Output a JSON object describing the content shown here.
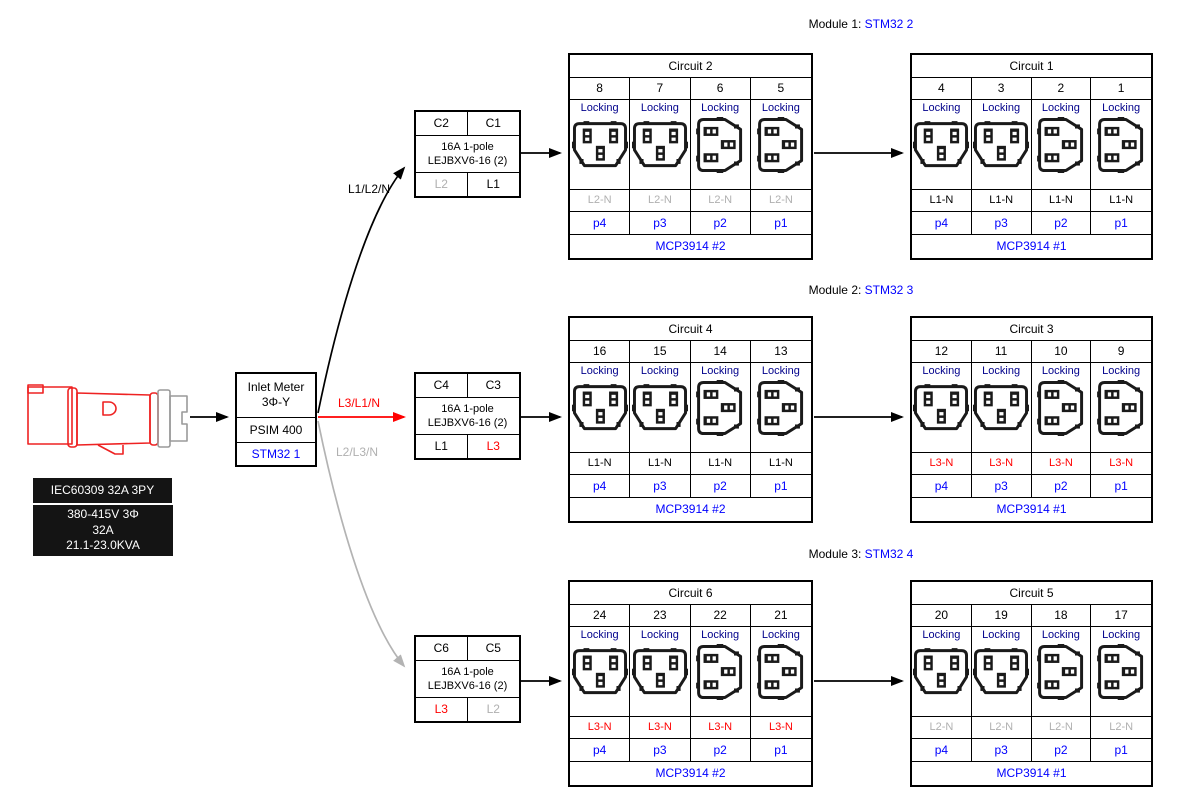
{
  "palette": {
    "red": "#ff0000",
    "blue": "#0000ff",
    "locking_blue": "#00008b",
    "gray": "#b0b0b0",
    "black": "#000000",
    "label_bg": "#141414",
    "connector_red": "#ee2222"
  },
  "connector": {
    "type_label": "IEC60309 32A 3PY",
    "rating_lines": [
      "380-415V 3Φ",
      "32A",
      "21.1-23.0KVA"
    ]
  },
  "inlet_meter": {
    "title": "Inlet Meter",
    "subtitle": "3Φ-Y",
    "model": "PSIM 400",
    "controller": "STM32 1"
  },
  "wire_labels": {
    "to_breaker1": "L1/L2/N",
    "to_breaker2": "L3/L1/N",
    "to_breaker3": "L2/L3/N"
  },
  "breakers": [
    {
      "out_left": "C2",
      "out_right": "C1",
      "rating": "16A 1-pole",
      "part": "LEJBXV6-16 (2)",
      "phase_left": "L2",
      "phase_right": "L1"
    },
    {
      "out_left": "C4",
      "out_right": "C3",
      "rating": "16A 1-pole",
      "part": "LEJBXV6-16 (2)",
      "phase_left": "L1",
      "phase_right": "L3"
    },
    {
      "out_left": "C6",
      "out_right": "C5",
      "rating": "16A 1-pole",
      "part": "LEJBXV6-16 (2)",
      "phase_left": "L3",
      "phase_right": "L2"
    }
  ],
  "modules": [
    {
      "label": "Module 1:",
      "controller": "STM32 2",
      "circuits": [
        {
          "title": "Circuit 2",
          "adc": "MCP3914 #2",
          "outlets": [
            {
              "number": "8",
              "type": "Locking",
              "phase": "L2-N",
              "port": "p4"
            },
            {
              "number": "7",
              "type": "Locking",
              "phase": "L2-N",
              "port": "p3"
            },
            {
              "number": "6",
              "type": "Locking",
              "phase": "L2-N",
              "port": "p2"
            },
            {
              "number": "5",
              "type": "Locking",
              "phase": "L2-N",
              "port": "p1"
            }
          ]
        },
        {
          "title": "Circuit 1",
          "adc": "MCP3914 #1",
          "outlets": [
            {
              "number": "4",
              "type": "Locking",
              "phase": "L1-N",
              "port": "p4"
            },
            {
              "number": "3",
              "type": "Locking",
              "phase": "L1-N",
              "port": "p3"
            },
            {
              "number": "2",
              "type": "Locking",
              "phase": "L1-N",
              "port": "p2"
            },
            {
              "number": "1",
              "type": "Locking",
              "phase": "L1-N",
              "port": "p1"
            }
          ]
        }
      ]
    },
    {
      "label": "Module 2:",
      "controller": "STM32 3",
      "circuits": [
        {
          "title": "Circuit 4",
          "adc": "MCP3914 #2",
          "outlets": [
            {
              "number": "16",
              "type": "Locking",
              "phase": "L1-N",
              "port": "p4"
            },
            {
              "number": "15",
              "type": "Locking",
              "phase": "L1-N",
              "port": "p3"
            },
            {
              "number": "14",
              "type": "Locking",
              "phase": "L1-N",
              "port": "p2"
            },
            {
              "number": "13",
              "type": "Locking",
              "phase": "L1-N",
              "port": "p1"
            }
          ]
        },
        {
          "title": "Circuit 3",
          "adc": "MCP3914 #1",
          "outlets": [
            {
              "number": "12",
              "type": "Locking",
              "phase": "L3-N",
              "port": "p4"
            },
            {
              "number": "11",
              "type": "Locking",
              "phase": "L3-N",
              "port": "p3"
            },
            {
              "number": "10",
              "type": "Locking",
              "phase": "L3-N",
              "port": "p2"
            },
            {
              "number": "9",
              "type": "Locking",
              "phase": "L3-N",
              "port": "p1"
            }
          ]
        }
      ]
    },
    {
      "label": "Module 3:",
      "controller": "STM32 4",
      "circuits": [
        {
          "title": "Circuit 6",
          "adc": "MCP3914 #2",
          "outlets": [
            {
              "number": "24",
              "type": "Locking",
              "phase": "L3-N",
              "port": "p4"
            },
            {
              "number": "23",
              "type": "Locking",
              "phase": "L3-N",
              "port": "p3"
            },
            {
              "number": "22",
              "type": "Locking",
              "phase": "L3-N",
              "port": "p2"
            },
            {
              "number": "21",
              "type": "Locking",
              "phase": "L3-N",
              "port": "p1"
            }
          ]
        },
        {
          "title": "Circuit 5",
          "adc": "MCP3914 #1",
          "outlets": [
            {
              "number": "20",
              "type": "Locking",
              "phase": "L2-N",
              "port": "p4"
            },
            {
              "number": "19",
              "type": "Locking",
              "phase": "L2-N",
              "port": "p3"
            },
            {
              "number": "18",
              "type": "Locking",
              "phase": "L2-N",
              "port": "p2"
            },
            {
              "number": "17",
              "type": "Locking",
              "phase": "L2-N",
              "port": "p1"
            }
          ]
        }
      ]
    }
  ]
}
